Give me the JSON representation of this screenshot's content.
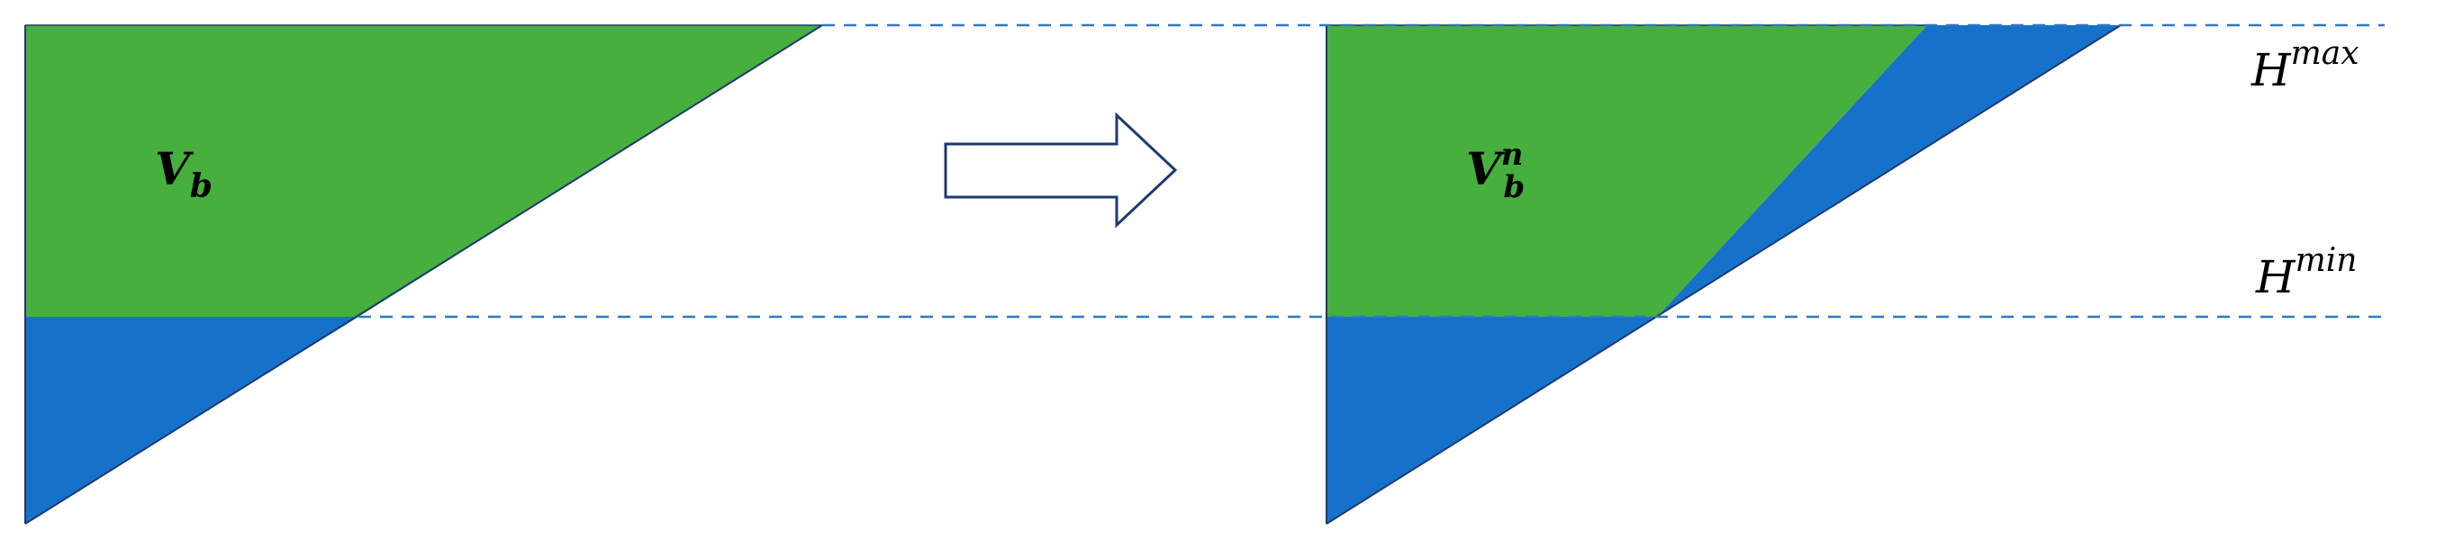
{
  "colors": {
    "green_region": "#46AF3E",
    "blue_region": "#1671CA",
    "dash_line": "#2E78C6",
    "outline": "#1E3A70",
    "background": "#FFFFFF"
  },
  "left_panel": {
    "region_label_base": "V",
    "region_label_sub": "b"
  },
  "right_panel": {
    "region_label_base": "V",
    "region_label_sub": "b",
    "region_label_sup": "n"
  },
  "levels": {
    "max": {
      "base": "H",
      "sup": "max"
    },
    "min": {
      "base": "H",
      "sup": "min"
    }
  },
  "arrow": {
    "icon": "right-arrow-icon"
  }
}
